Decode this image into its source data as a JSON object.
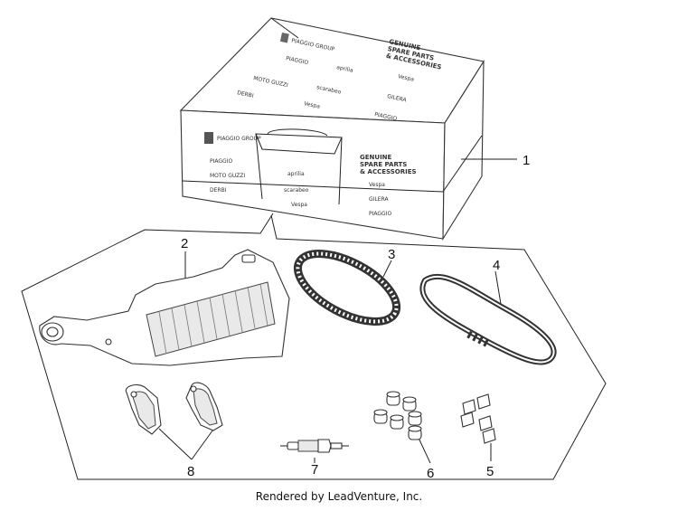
{
  "kit_box": {
    "brand": "PIAGGIO GROUP",
    "title_lines": [
      "GENUINE",
      "SPARE PARTS",
      "& ACCESSORIES"
    ],
    "logos": [
      "PIAGGIO",
      "MOTO GUZZI",
      "aprilia",
      "scarabeo",
      "DERBI",
      "Vespa",
      "GILERA"
    ]
  },
  "callouts": [
    "1",
    "2",
    "3",
    "4",
    "5",
    "6",
    "7",
    "8"
  ],
  "footer": "Rendered by LeadVenture, Inc."
}
